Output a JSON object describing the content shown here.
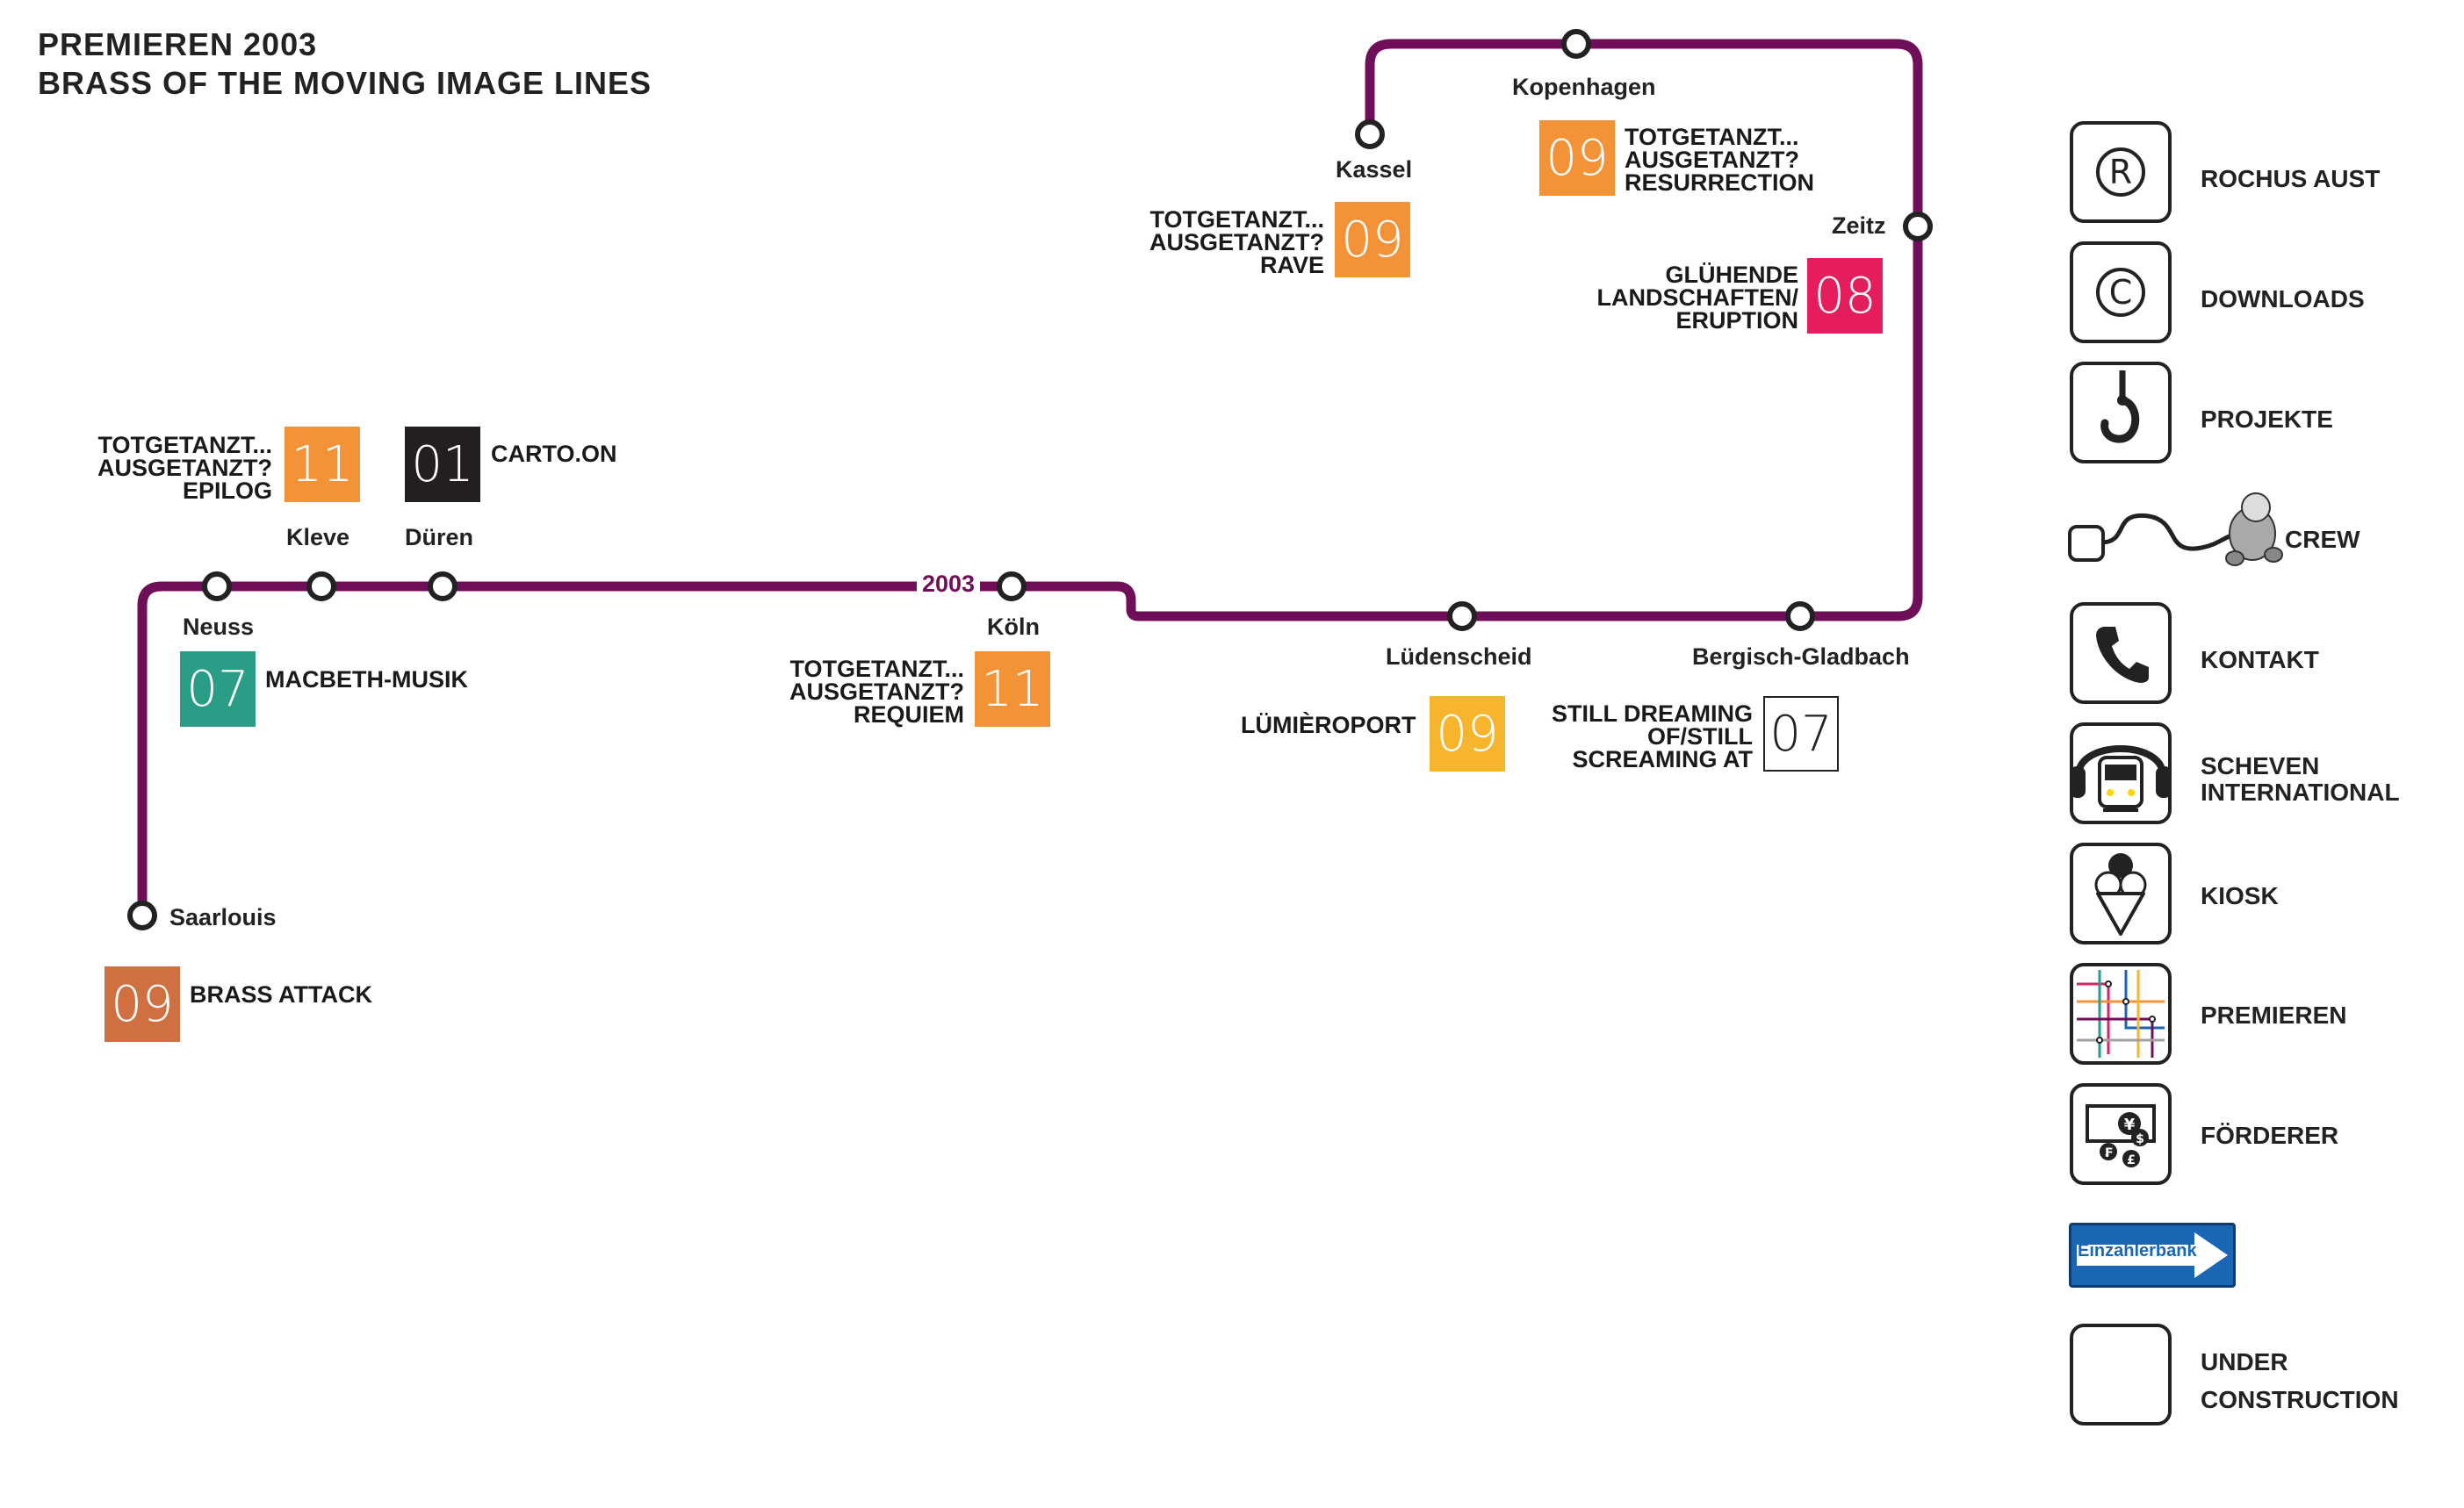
{
  "header": {
    "line1": "PREMIEREN 2003",
    "line2": "BRASS OF THE MOVING IMAGE LINES"
  },
  "colors": {
    "line": "#6f0f5a",
    "orange": "#f39237",
    "black": "#231f20",
    "teal": "#2a9d86",
    "magenta": "#e51d5c",
    "yellow": "#f7b52d",
    "rust": "#d07040"
  },
  "year_marker": "2003",
  "stations": [
    {
      "id": "saarlouis",
      "name": "Saarlouis"
    },
    {
      "id": "neuss",
      "name": "Neuss"
    },
    {
      "id": "kleve",
      "name": "Kleve"
    },
    {
      "id": "dueren",
      "name": "Düren"
    },
    {
      "id": "koeln",
      "name": "Köln"
    },
    {
      "id": "luedenscheid",
      "name": "Lüdenscheid"
    },
    {
      "id": "bergisch-gladbach",
      "name": "Bergisch-Gladbach"
    },
    {
      "id": "zeitz",
      "name": "Zeitz"
    },
    {
      "id": "kopenhagen",
      "name": "Kopenhagen"
    },
    {
      "id": "kassel",
      "name": "Kassel"
    }
  ],
  "premieres": [
    {
      "number": "11",
      "color": "orange",
      "lines": [
        "TOTGETANZT...",
        "AUSGETANZT?",
        "EPILOG"
      ]
    },
    {
      "number": "01",
      "color": "black",
      "lines": [
        "CARTO.ON"
      ]
    },
    {
      "number": "07",
      "color": "teal",
      "lines": [
        "MACBETH-MUSIK"
      ]
    },
    {
      "number": "11",
      "color": "orange",
      "lines": [
        "TOTGETANZT...",
        "AUSGETANZT?",
        "REQUIEM"
      ]
    },
    {
      "number": "09",
      "color": "yellow",
      "lines": [
        "LÜMIÈROPORT"
      ]
    },
    {
      "number": "07",
      "color": "outline",
      "lines": [
        "STILL DREAMING",
        "OF/STILL",
        "SCREAMING AT"
      ]
    },
    {
      "number": "09",
      "color": "rust",
      "lines": [
        "BRASS ATTACK"
      ]
    },
    {
      "number": "09",
      "color": "orange",
      "lines": [
        "TOTGETANZT...",
        "AUSGETANZT?",
        "RAVE"
      ]
    },
    {
      "number": "09",
      "color": "orange",
      "lines": [
        "TOTGETANZT...",
        "AUSGETANZT?",
        "RESURRECTION"
      ]
    },
    {
      "number": "08",
      "color": "magenta",
      "lines": [
        "GLÜHENDE",
        "LANDSCHAFTEN/",
        "ERUPTION"
      ]
    }
  ],
  "nav": [
    {
      "label": "ROCHUS AUST",
      "icon": "registered-icon"
    },
    {
      "label": "DOWNLOADS",
      "icon": "copyright-icon"
    },
    {
      "label": "PROJEKTE",
      "icon": "crane-hook-icon"
    },
    {
      "label": "CREW",
      "icon": "astronaut-cable-icon"
    },
    {
      "label": "KONTAKT",
      "icon": "telephone-icon"
    },
    {
      "label1": "SCHEVEN",
      "label2": "INTERNATIONAL",
      "icon": "headphones-train-icon"
    },
    {
      "label": "KIOSK",
      "icon": "ice-cream-icon"
    },
    {
      "label": "PREMIEREN",
      "icon": "metro-map-icon"
    },
    {
      "label": "FÖRDERER",
      "icon": "currency-icon"
    },
    {
      "label": "Einzahlerbank",
      "icon": "one-way-arrow-icon"
    },
    {
      "label1": "UNDER",
      "label2": "CONSTRUCTION",
      "icon": "blank-icon"
    }
  ]
}
